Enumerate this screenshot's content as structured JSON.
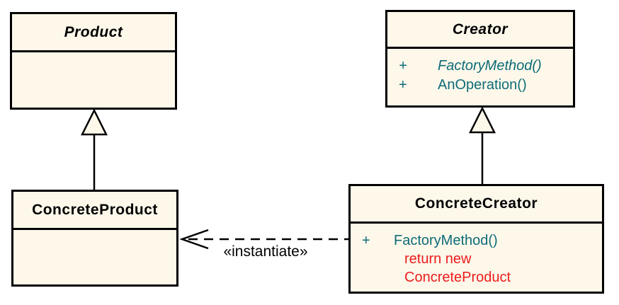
{
  "colors": {
    "background": "#FFFFFF",
    "box_fill": "#FDF8EA",
    "border": "#000000",
    "method_text": "#0E6B78",
    "note_text": "#ED1C1C",
    "title_text": "#000000"
  },
  "classes": {
    "product": {
      "name": "Product"
    },
    "creator": {
      "name": "Creator",
      "methods": [
        {
          "visibility": "+",
          "name": "FactoryMethod()"
        },
        {
          "visibility": "+",
          "name": "AnOperation()"
        }
      ]
    },
    "concrete_product": {
      "name": "ConcreteProduct"
    },
    "concrete_creator": {
      "name": "ConcreteCreator",
      "methods": [
        {
          "visibility": "+",
          "name": "FactoryMethod()"
        }
      ],
      "note_lines": [
        "return new",
        "ConcreteProduct"
      ]
    }
  },
  "relationships": {
    "instantiate_label": "«instantiate»"
  }
}
